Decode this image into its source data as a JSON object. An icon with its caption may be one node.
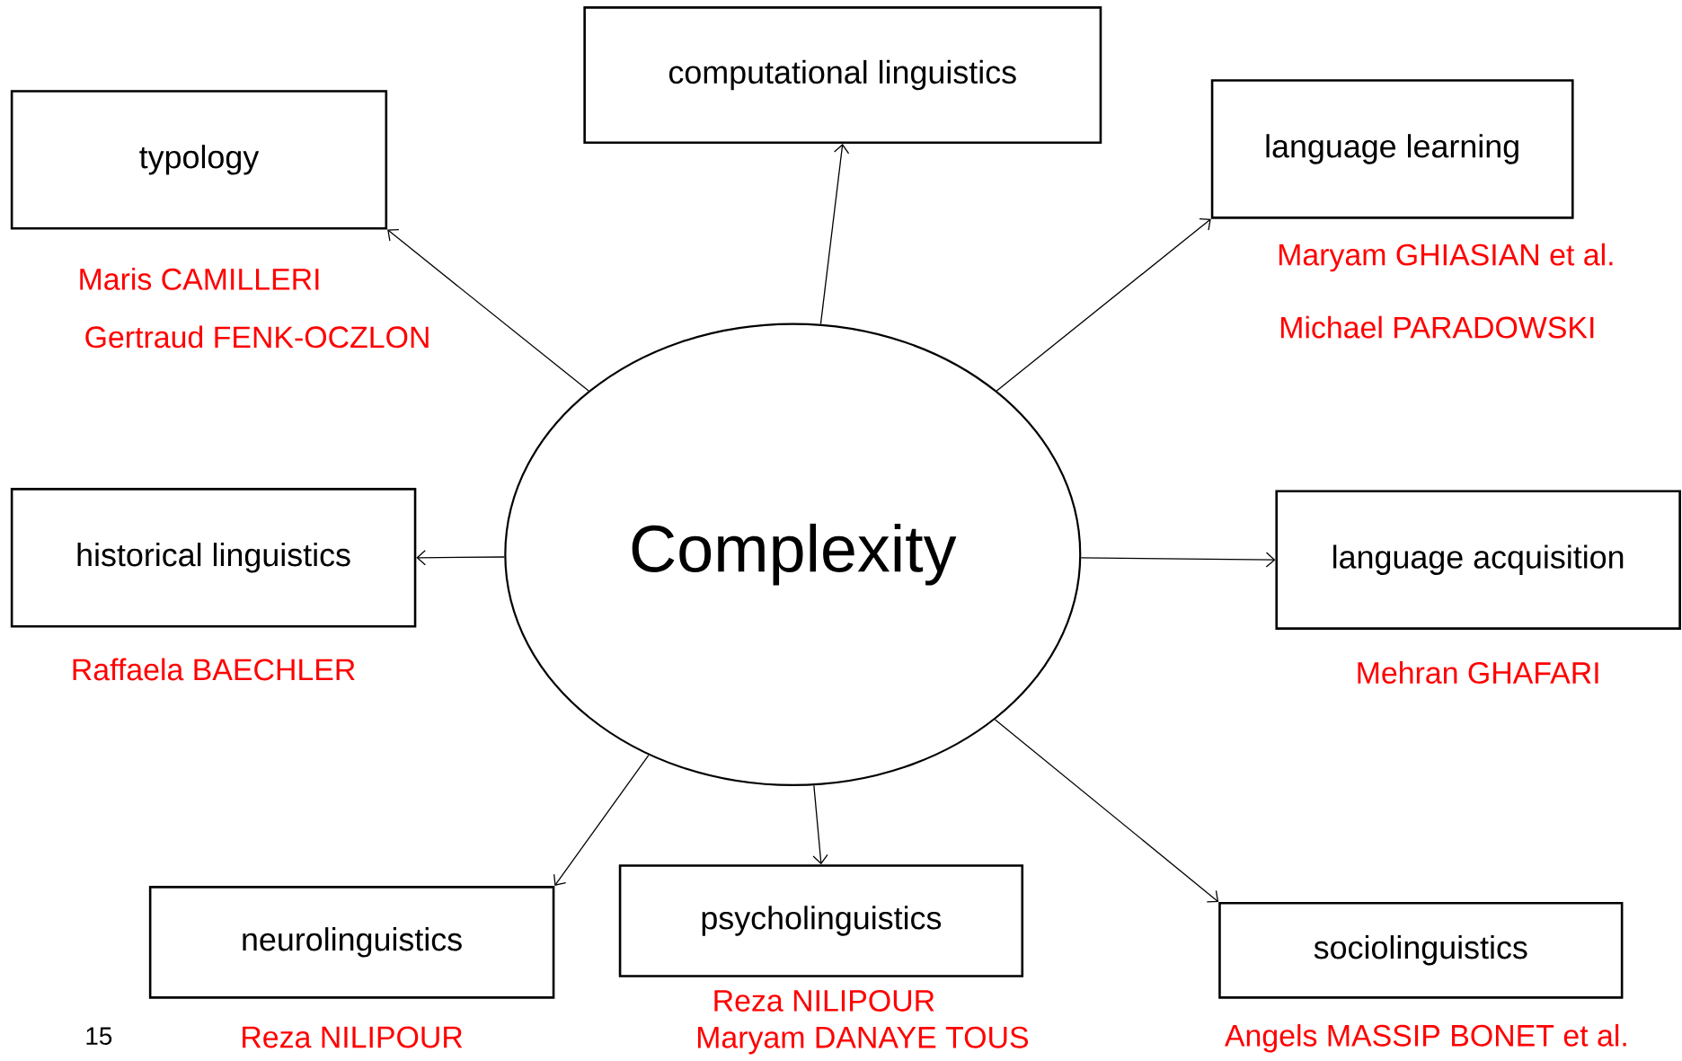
{
  "diagram": {
    "nodes": [
      {
        "text": [
          "Complexity"
        ]
      },
      {
        "text": [
          "typology"
        ],
        "beside": [
          "Maris CAMILLERI",
          "Gertraud FENK-OCZLON"
        ]
      },
      {
        "text": [
          "computational linguistics"
        ]
      },
      {
        "text": [
          "language learning"
        ],
        "beside": [
          "Maryam GHIASIAN et al.",
          "Michael PARADOWSKI"
        ]
      },
      {
        "text": [
          "historical linguistics"
        ],
        "beside": [
          "Raffaela BAECHLER"
        ]
      },
      {
        "text": [
          "language acquisition"
        ],
        "beside": [
          "Mehran GHAFARI"
        ]
      },
      {
        "text": [
          "neurolinguistics"
        ],
        "beside": [
          "Reza NILIPOUR"
        ]
      },
      {
        "text": [
          "psycholinguistics"
        ],
        "beside": [
          "Reza NILIPOUR",
          "Maryam DANAYE TOUS"
        ]
      },
      {
        "text": [
          "sociolinguistics"
        ],
        "beside": [
          "Angels MASSIP BONET et al."
        ]
      }
    ],
    "edges": [
      {
        "from": 0,
        "to": 1,
        "arrow": "to"
      },
      {
        "from": 0,
        "to": 2,
        "arrow": "to"
      },
      {
        "from": 0,
        "to": 3,
        "arrow": "to"
      },
      {
        "from": 0,
        "to": 4,
        "arrow": "to"
      },
      {
        "from": 0,
        "to": 5,
        "arrow": "to"
      },
      {
        "from": 0,
        "to": 6,
        "arrow": "to"
      },
      {
        "from": 0,
        "to": 7,
        "arrow": "to"
      },
      {
        "from": 0,
        "to": 8,
        "arrow": "to"
      }
    ],
    "labels": [
      "15"
    ]
  }
}
